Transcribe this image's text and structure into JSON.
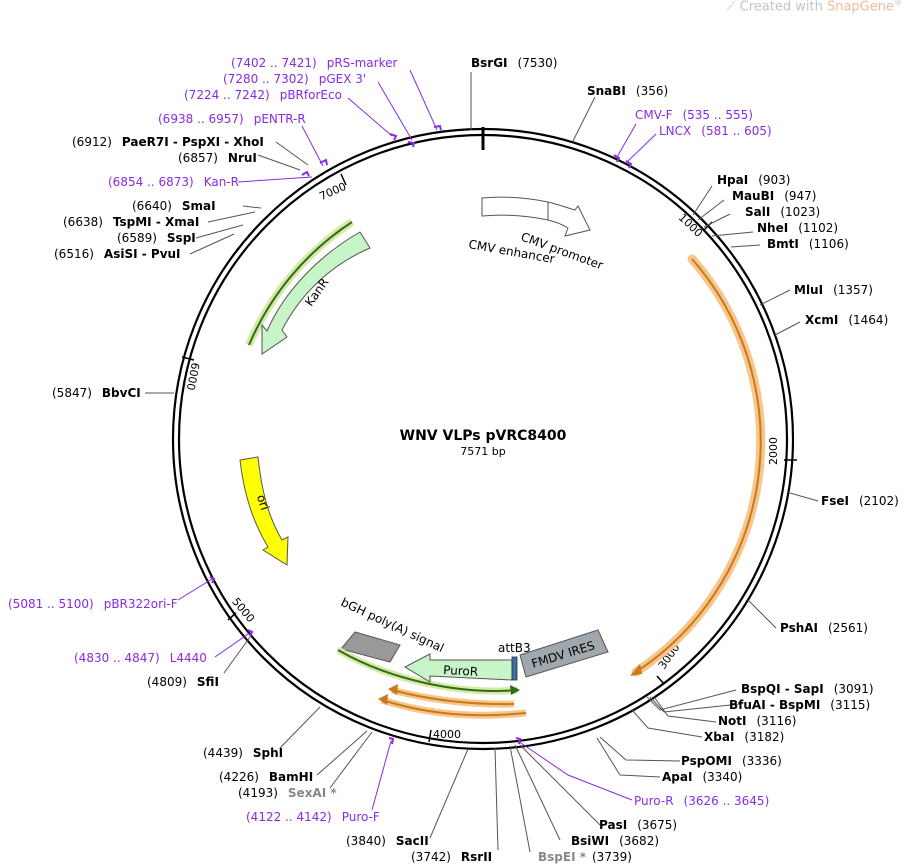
{
  "watermark": {
    "prefix": "Created with",
    "brand": "SnapGene",
    "reg": "®"
  },
  "plasmid": {
    "name": "WNV VLPs pVRC8400",
    "length": "7571 bp"
  },
  "ticks": [
    "1000",
    "2000",
    "3000",
    "4000",
    "5000",
    "6000",
    "7000"
  ],
  "features": {
    "cmv_enhancer": "CMV enhancer",
    "cmv_promoter": "CMV promoter",
    "kanr": "KanR",
    "ori": "ori",
    "bgh": "bGH poly(A) signal",
    "puror": "PuroR",
    "attb3": "attB3",
    "fmdv": "FMDV IRES"
  },
  "sites": [
    {
      "id": "bsrgi",
      "name": "BsrGI",
      "pos": "(7530)"
    },
    {
      "id": "snabi",
      "name": "SnaBI",
      "pos": "(356)"
    },
    {
      "id": "hpai",
      "name": "HpaI",
      "pos": "(903)"
    },
    {
      "id": "maubi",
      "name": "MauBI",
      "pos": "(947)"
    },
    {
      "id": "sali",
      "name": "SalI",
      "pos": "(1023)"
    },
    {
      "id": "nhei",
      "name": "NheI",
      "pos": "(1102)"
    },
    {
      "id": "bmti",
      "name": "BmtI",
      "pos": "(1106)"
    },
    {
      "id": "mlui",
      "name": "MluI",
      "pos": "(1357)"
    },
    {
      "id": "xcmi",
      "name": "XcmI",
      "pos": "(1464)"
    },
    {
      "id": "fsei",
      "name": "FseI",
      "pos": "(2102)"
    },
    {
      "id": "pshai",
      "name": "PshAI",
      "pos": "(2561)"
    },
    {
      "id": "bspqi",
      "name": "BspQI - SapI",
      "pos": "(3091)"
    },
    {
      "id": "bfuai",
      "name": "BfuAI - BspMI",
      "pos": "(3115)"
    },
    {
      "id": "noti",
      "name": "NotI",
      "pos": "(3116)"
    },
    {
      "id": "xbai",
      "name": "XbaI",
      "pos": "(3182)"
    },
    {
      "id": "pspomi",
      "name": "PspOMI",
      "pos": "(3336)"
    },
    {
      "id": "apai",
      "name": "ApaI",
      "pos": "(3340)"
    },
    {
      "id": "pasi",
      "name": "PasI",
      "pos": "(3675)"
    },
    {
      "id": "bsiwi",
      "name": "BsiWI",
      "pos": "(3682)"
    },
    {
      "id": "bspei",
      "name": "BspEI *",
      "pos": "(3739)"
    },
    {
      "id": "rsrii",
      "name": "RsrII",
      "pos": "(3742)"
    },
    {
      "id": "sacii",
      "name": "SacII",
      "pos": "(3840)"
    },
    {
      "id": "sexai",
      "name": "SexAI *",
      "pos": "(4193)"
    },
    {
      "id": "bamhi",
      "name": "BamHI",
      "pos": "(4226)"
    },
    {
      "id": "sphi",
      "name": "SphI",
      "pos": "(4439)"
    },
    {
      "id": "sfii",
      "name": "SfiI",
      "pos": "(4809)"
    },
    {
      "id": "bbvci",
      "name": "BbvCI",
      "pos": "(5847)"
    },
    {
      "id": "asisi",
      "name": "AsiSI - PvuI",
      "pos": "(6516)"
    },
    {
      "id": "sspi",
      "name": "SspI",
      "pos": "(6589)"
    },
    {
      "id": "tspmi",
      "name": "TspMI - XmaI",
      "pos": "(6638)"
    },
    {
      "id": "smai",
      "name": "SmaI",
      "pos": "(6640)"
    },
    {
      "id": "nrui",
      "name": "NruI",
      "pos": "(6857)"
    },
    {
      "id": "paer7i",
      "name": "PaeR7I - PspXI - XhoI",
      "pos": "(6912)"
    }
  ],
  "primers": [
    {
      "id": "prs",
      "name": "pRS-marker",
      "pos": "(7402 .. 7421)"
    },
    {
      "id": "pgex",
      "name": "pGEX 3'",
      "pos": "(7280 .. 7302)"
    },
    {
      "id": "pbrfor",
      "name": "pBRforEco",
      "pos": "(7224 .. 7242)"
    },
    {
      "id": "pentr",
      "name": "pENTR-R",
      "pos": "(6938 .. 6957)"
    },
    {
      "id": "kanr_primer",
      "name": "Kan-R",
      "pos": "(6854 .. 6873)"
    },
    {
      "id": "cmvf",
      "name": "CMV-F",
      "pos": "(535 .. 555)"
    },
    {
      "id": "lncx",
      "name": "LNCX",
      "pos": "(581 .. 605)"
    },
    {
      "id": "puror_primer",
      "name": "Puro-R",
      "pos": "(3626 .. 3645)"
    },
    {
      "id": "purof",
      "name": "Puro-F",
      "pos": "(4122 .. 4142)"
    },
    {
      "id": "l4440",
      "name": "L4440",
      "pos": "(4830 .. 4847)"
    },
    {
      "id": "pbr322",
      "name": "pBR322ori-F",
      "pos": "(5081 .. 5100)"
    }
  ]
}
